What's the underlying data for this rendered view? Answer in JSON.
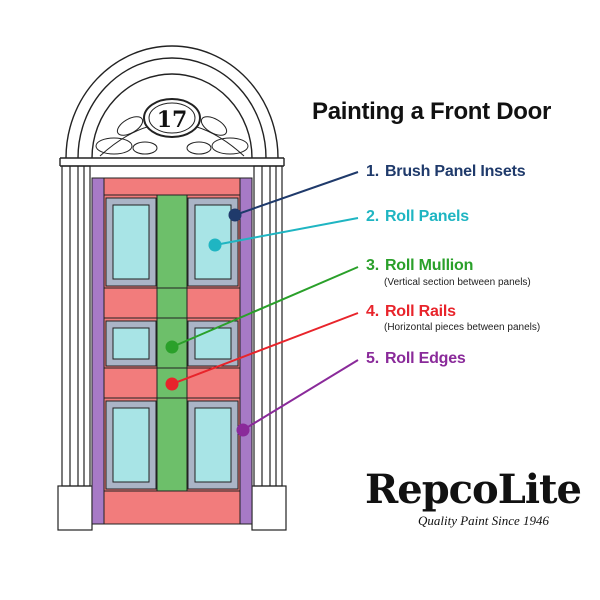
{
  "title": "Painting a Front Door",
  "door_number": "17",
  "steps": [
    {
      "num": "1.",
      "label": "Brush Panel Insets",
      "note": "",
      "color": "#1f3a6b"
    },
    {
      "num": "2.",
      "label": "Roll Panels",
      "note": "",
      "color": "#1fb5c2"
    },
    {
      "num": "3.",
      "label": "Roll Mullion",
      "note": "(Vertical section between panels)",
      "color": "#2aa02a"
    },
    {
      "num": "4.",
      "label": "Roll Rails",
      "note": "(Horizontal pieces between panels)",
      "color": "#e8242b"
    },
    {
      "num": "5.",
      "label": "Roll Edges",
      "note": "",
      "color": "#8a2a9a"
    }
  ],
  "logo": {
    "name": "RepcoLite",
    "tagline": "Quality Paint Since 1946"
  },
  "colors": {
    "rails": "#f27c7c",
    "mullion": "#6dbf6a",
    "edges": "#a77ac6",
    "panel_frame": "#aab4c6",
    "panel_inset": "#a8e4e6",
    "outline": "#222222"
  }
}
